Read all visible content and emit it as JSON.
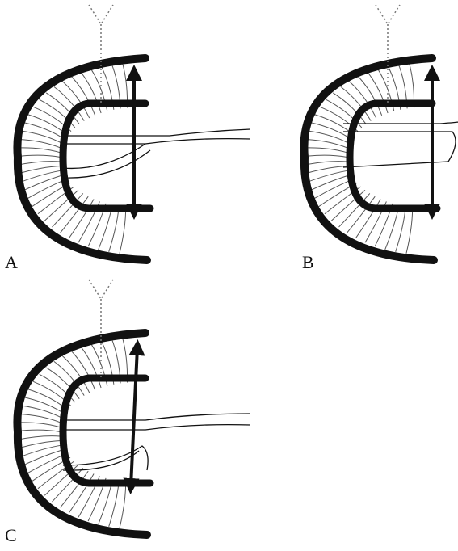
{
  "colors": {
    "background": "#ffffff",
    "ink": "#111111",
    "fibers": "#555555",
    "duct": "#777777"
  },
  "panels": [
    {
      "label": "A",
      "variant": "catheter-in-cavity"
    },
    {
      "label": "B",
      "variant": "thin-catheter"
    },
    {
      "label": "C",
      "variant": "catheter-with-branch"
    }
  ]
}
